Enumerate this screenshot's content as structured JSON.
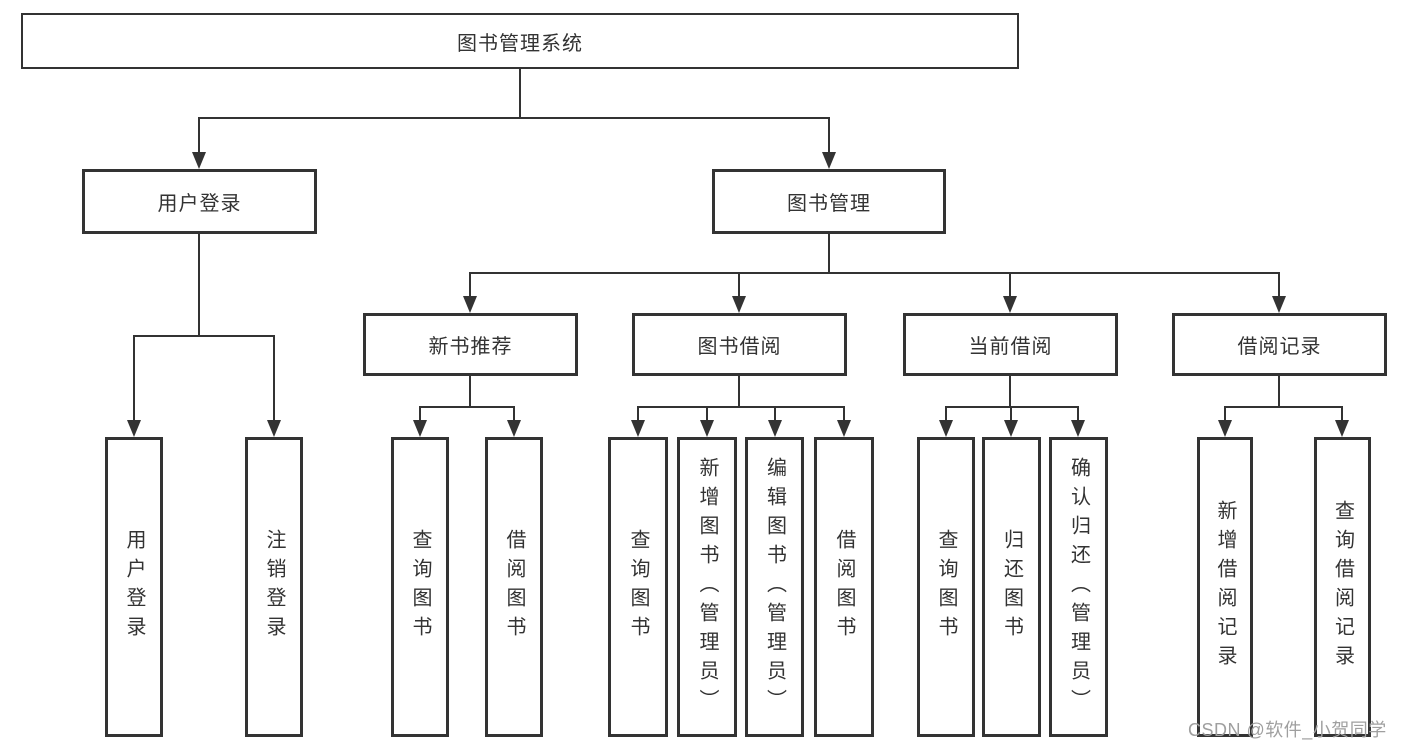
{
  "tree": {
    "label": "图书管理系统",
    "children": [
      {
        "label": "用户登录",
        "children": [
          {
            "label": "用户登录"
          },
          {
            "label": "注销登录"
          }
        ]
      },
      {
        "label": "图书管理",
        "children": [
          {
            "label": "新书推荐",
            "children": [
              {
                "label": "查询图书"
              },
              {
                "label": "借阅图书"
              }
            ]
          },
          {
            "label": "图书借阅",
            "children": [
              {
                "label": "查询图书"
              },
              {
                "label": "新增图书（管理员）"
              },
              {
                "label": "编辑图书（管理员）"
              },
              {
                "label": "借阅图书"
              }
            ]
          },
          {
            "label": "当前借阅",
            "children": [
              {
                "label": "查询图书"
              },
              {
                "label": "归还图书"
              },
              {
                "label": "确认归还（管理员）"
              }
            ]
          },
          {
            "label": "借阅记录",
            "children": [
              {
                "label": "新增借阅记录"
              },
              {
                "label": "查询借阅记录"
              }
            ]
          }
        ]
      }
    ]
  },
  "watermark": {
    "text": "CSDN @软件_小贺同学"
  },
  "colors": {
    "line": "#333333",
    "watermark": "#9f9f9f",
    "background": "#ffffff"
  }
}
